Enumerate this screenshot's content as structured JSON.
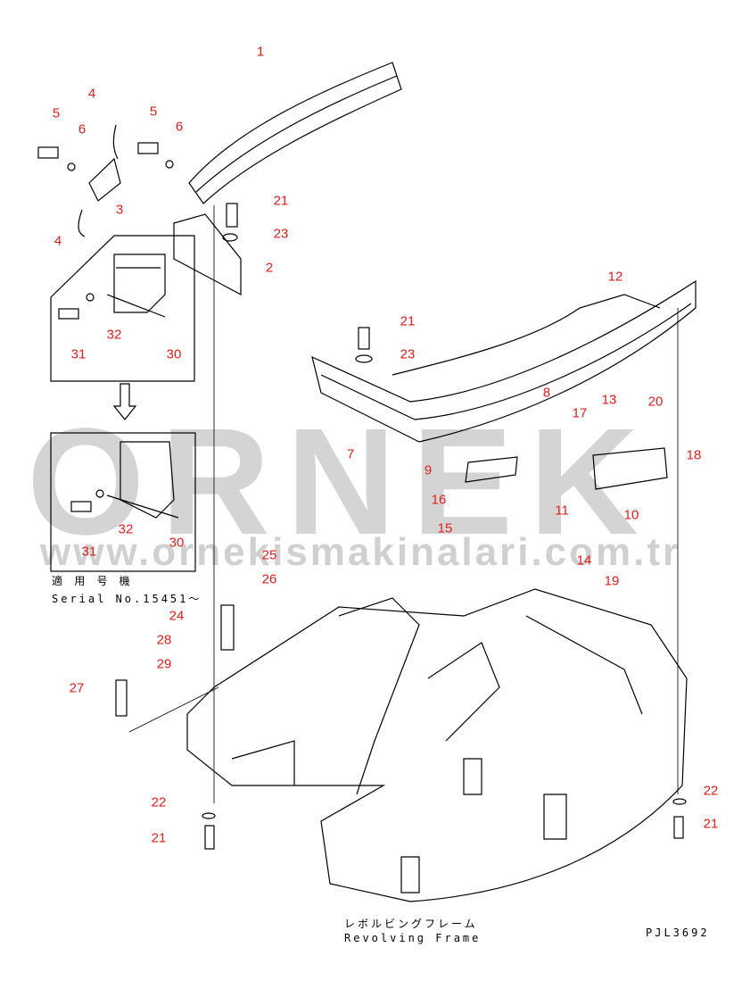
{
  "watermark": {
    "brand": "ORNEK",
    "url": "www.ornekismakinalari.com.tr"
  },
  "callouts": [
    "1",
    "4",
    "5",
    "6",
    "5",
    "6",
    "3",
    "4",
    "21",
    "23",
    "2",
    "31",
    "32",
    "30",
    "12",
    "21",
    "23",
    "8",
    "13",
    "17",
    "20",
    "7",
    "9",
    "16",
    "15",
    "11",
    "10",
    "18",
    "31",
    "32",
    "30",
    "25",
    "26",
    "14",
    "19",
    "24",
    "28",
    "29",
    "27",
    "22",
    "21",
    "22",
    "21"
  ],
  "serial_note": {
    "jp": "適 用 号 機",
    "en": "Serial No.15451～"
  },
  "title": {
    "jp": "レボルビングフレーム",
    "en": "Revolving Frame"
  },
  "drawing_number": "PJL3692"
}
